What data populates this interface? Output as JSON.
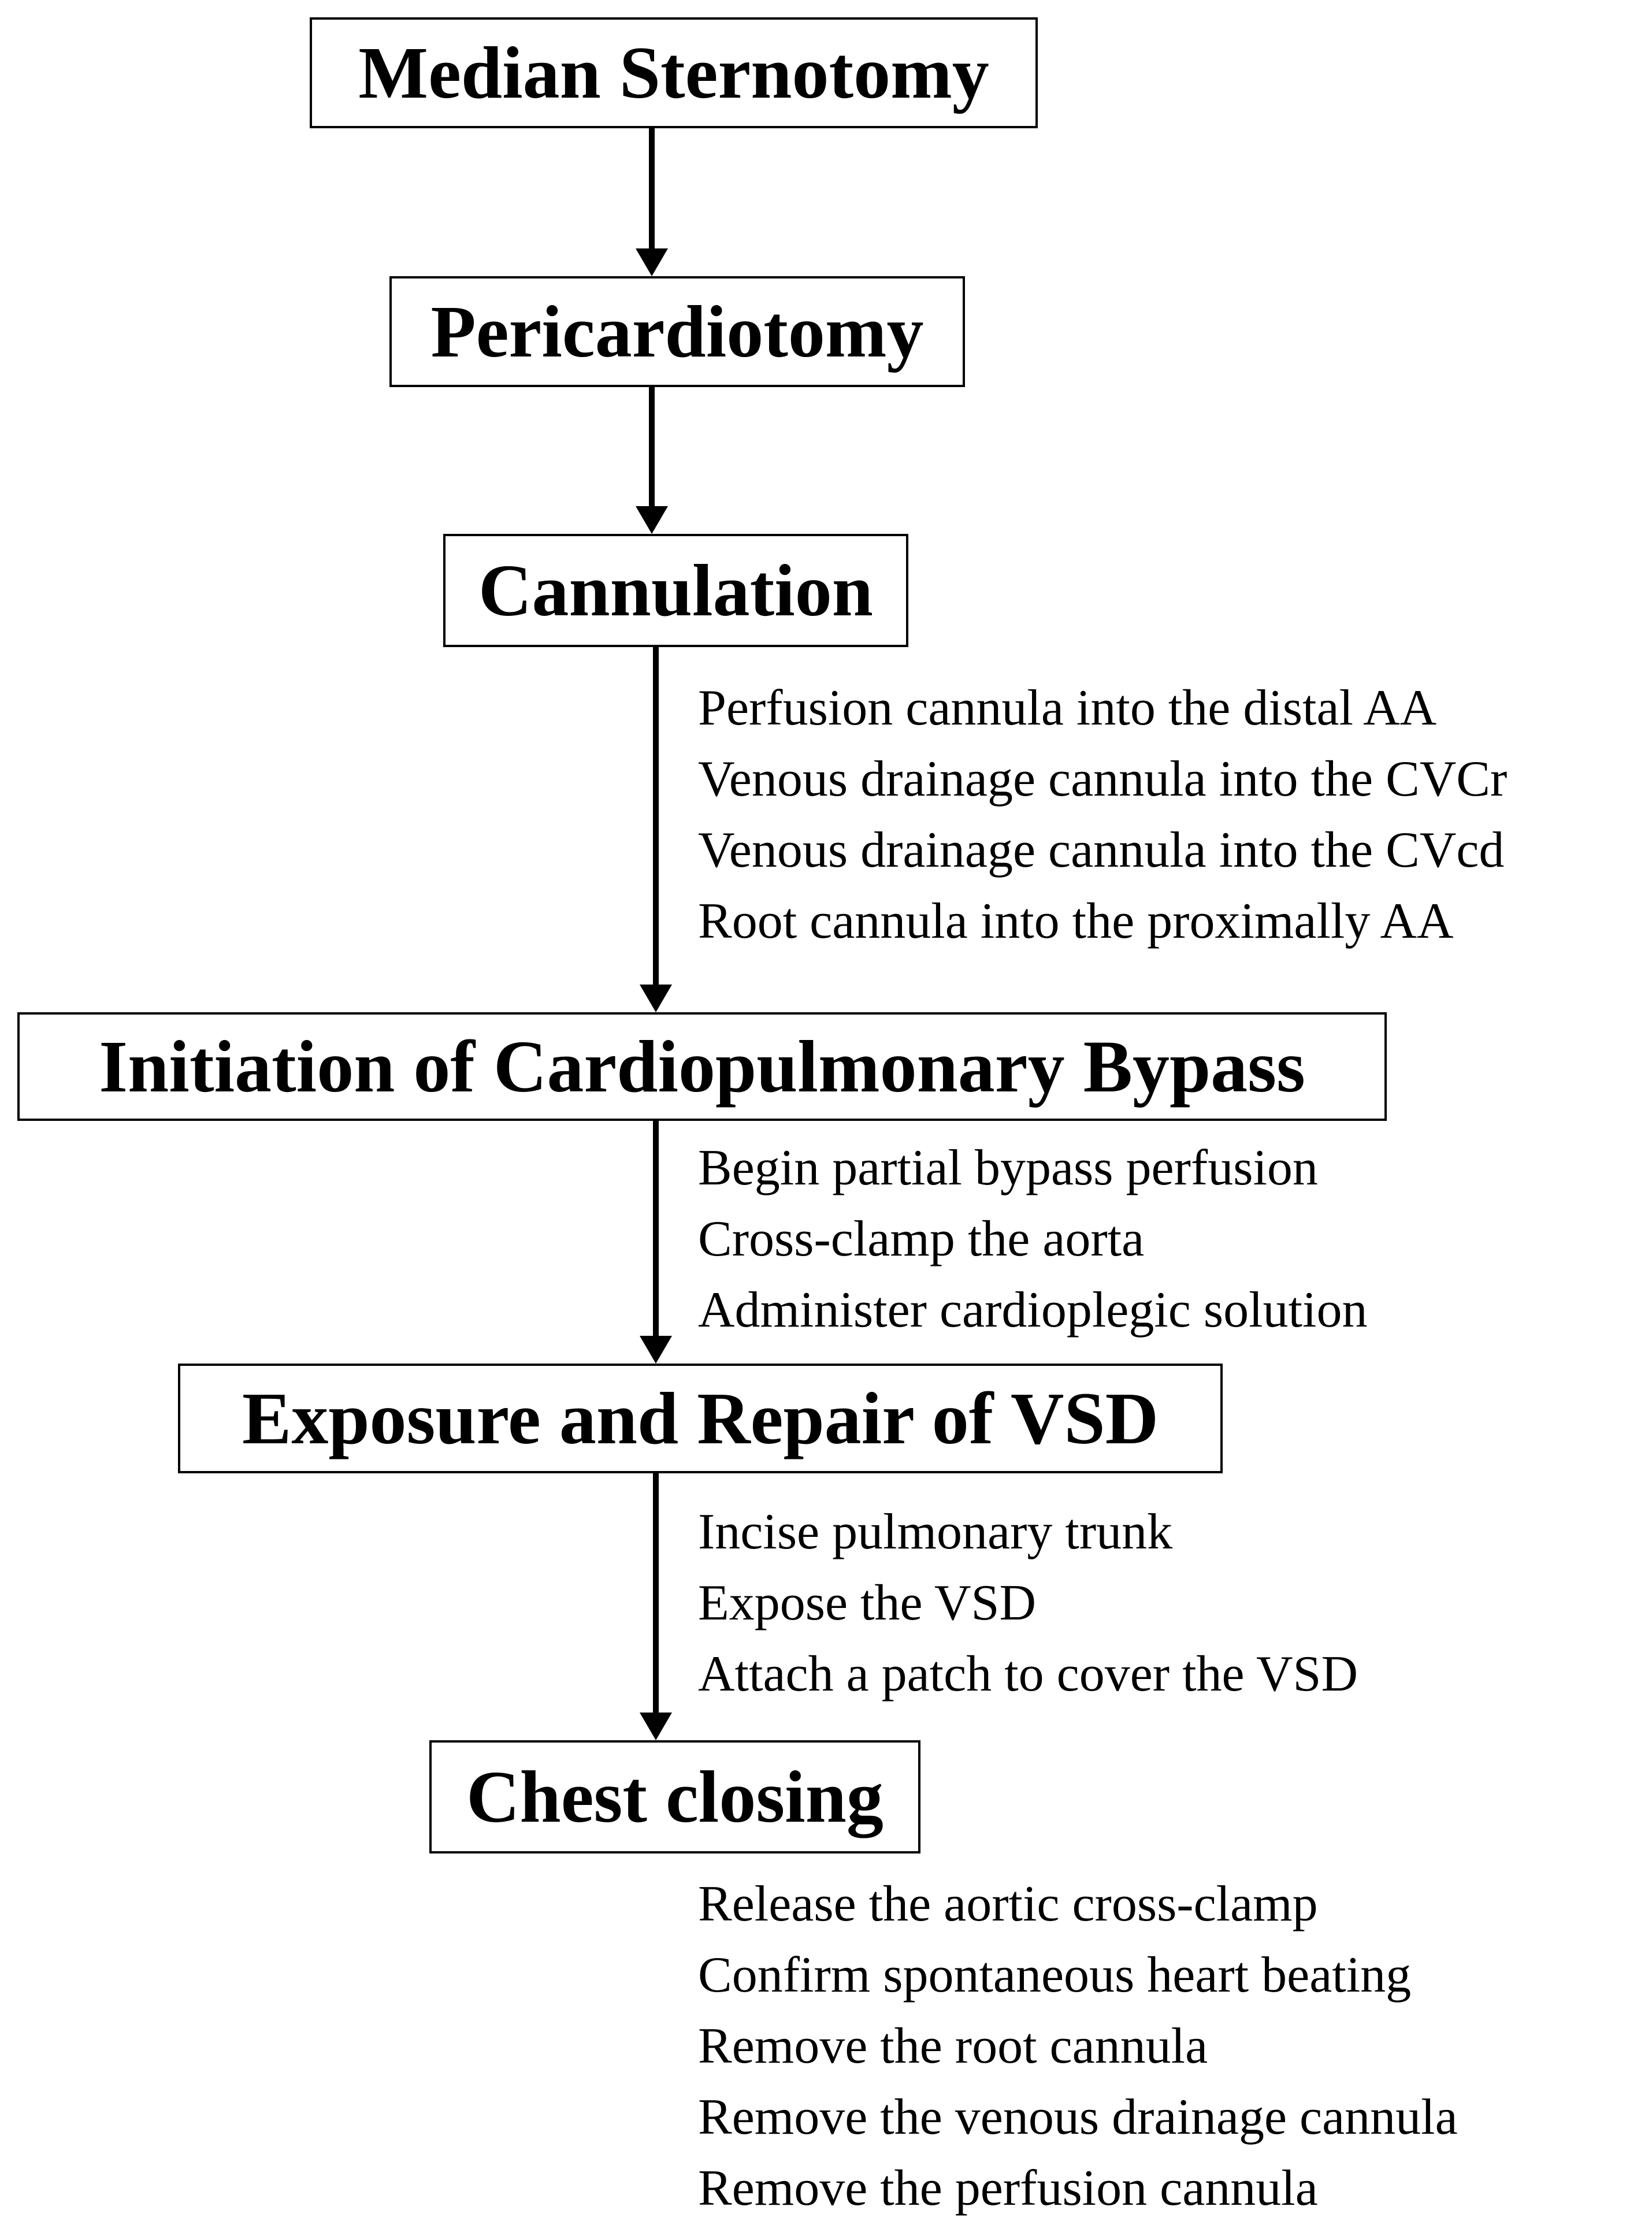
{
  "steps": [
    {
      "label": "Median Sternotomy",
      "substeps": []
    },
    {
      "label": "Pericardiotomy",
      "substeps": []
    },
    {
      "label": "Cannulation",
      "substeps": [
        "Perfusion cannula into the distal AA",
        "Venous drainage cannula into the CVCr",
        "Venous drainage cannula into the CVcd",
        "Root cannula into the proximally AA"
      ]
    },
    {
      "label": "Initiation of Cardiopulmonary Bypass",
      "substeps": [
        "Begin partial bypass perfusion",
        "Cross-clamp the aorta",
        "Administer cardioplegic solution"
      ]
    },
    {
      "label": "Exposure and Repair of VSD",
      "substeps": [
        "Incise pulmonary trunk",
        "Expose the VSD",
        "Attach a patch to cover the VSD"
      ]
    },
    {
      "label": "Chest closing",
      "substeps": [
        "Release the aortic cross-clamp",
        "Confirm spontaneous heart beating",
        "Remove the root cannula",
        "Remove the venous drainage cannula",
        "Remove the perfusion cannula"
      ]
    }
  ]
}
